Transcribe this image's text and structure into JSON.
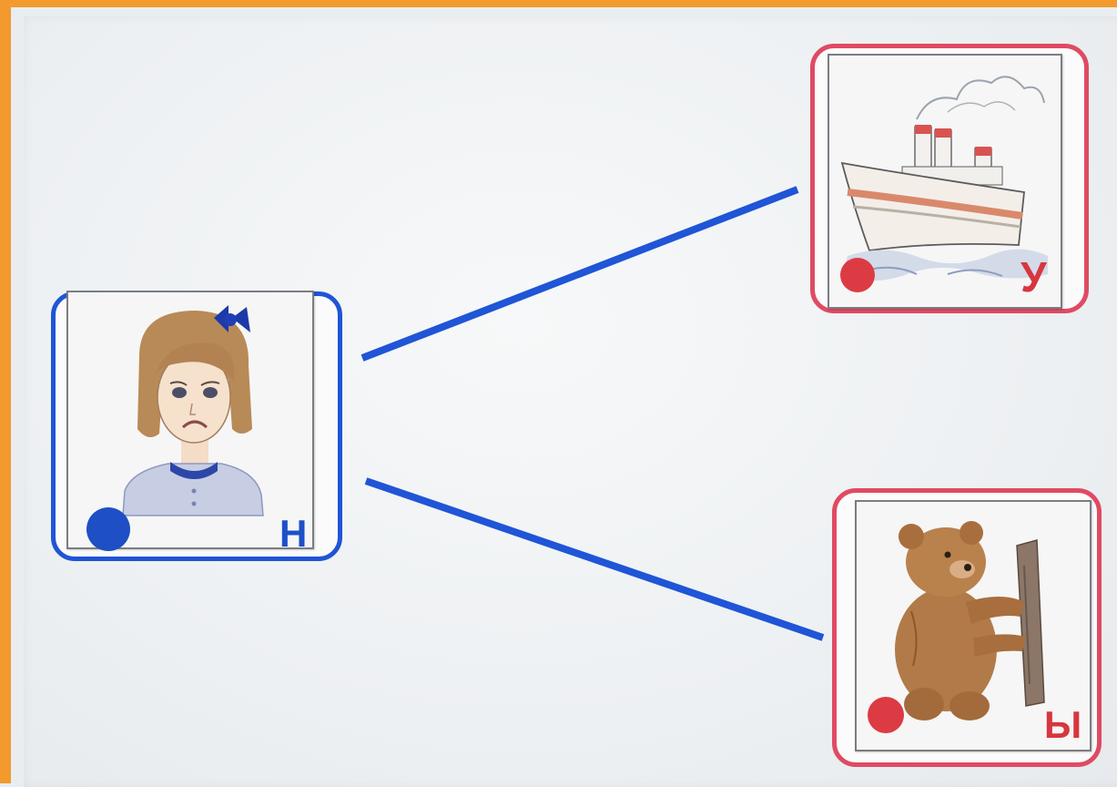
{
  "diagram": {
    "nodes": [
      {
        "id": "girl",
        "icon": "sad-girl-picture",
        "letter": "Н",
        "marker_color": "#1e4fc4",
        "frame_color": "#1f55d6"
      },
      {
        "id": "ship",
        "icon": "steamship-picture",
        "letter": "У",
        "marker_color": "#dd3b43",
        "frame_color": "#e04a63"
      },
      {
        "id": "bear",
        "icon": "bear-with-log-picture",
        "letter": "Ы",
        "marker_color": "#dd3b43",
        "frame_color": "#e04a63"
      }
    ],
    "edges": [
      {
        "from": "girl",
        "to": "ship",
        "color": "#1f55d6"
      },
      {
        "from": "girl",
        "to": "bear",
        "color": "#1f55d6"
      }
    ]
  }
}
